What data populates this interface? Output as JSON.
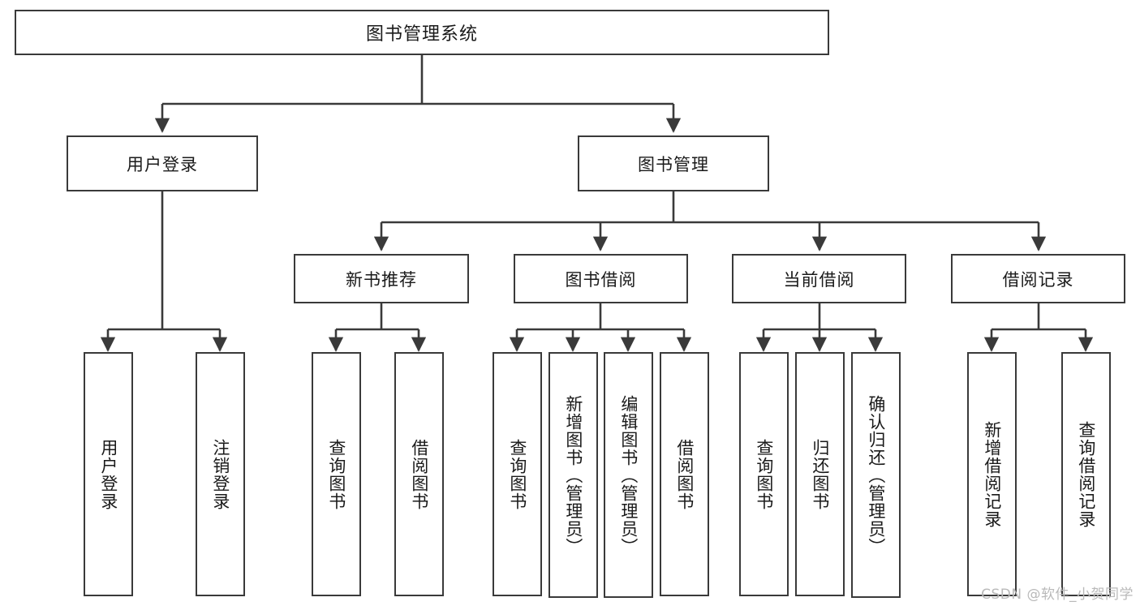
{
  "diagram": {
    "title": "图书管理系统",
    "watermark": "CSDN @软件_小贺同学",
    "stroke_color": "#3a3a3a",
    "background_color": "#ffffff",
    "text_color": "#1a1a1a",
    "watermark_color": "#b9b9b9",
    "root": {
      "label": "图书管理系统"
    },
    "level2": [
      {
        "label": "用户登录"
      },
      {
        "label": "图书管理"
      }
    ],
    "level3": [
      {
        "label": "新书推荐"
      },
      {
        "label": "图书借阅"
      },
      {
        "label": "当前借阅"
      },
      {
        "label": "借阅记录"
      }
    ],
    "leaves": {
      "user_login": [
        {
          "label": "用户登录"
        },
        {
          "label": "注销登录"
        }
      ],
      "new_book_recommend": [
        {
          "label": "查询图书"
        },
        {
          "label": "借阅图书"
        }
      ],
      "book_borrow": [
        {
          "label": "查询图书"
        },
        {
          "label": "新增图书（管理员）"
        },
        {
          "label": "编辑图书（管理员）"
        },
        {
          "label": "借阅图书"
        }
      ],
      "current_borrow": [
        {
          "label": "查询图书"
        },
        {
          "label": "归还图书"
        },
        {
          "label": "确认归还（管理员）"
        }
      ],
      "borrow_record": [
        {
          "label": "新增借阅记录"
        },
        {
          "label": "查询借阅记录"
        }
      ]
    }
  }
}
